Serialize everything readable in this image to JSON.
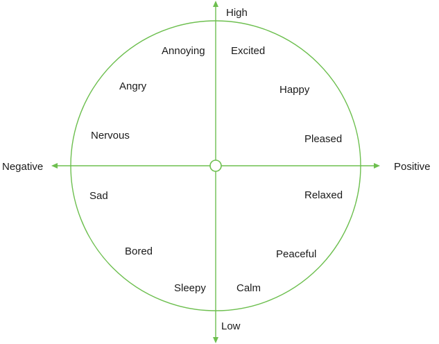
{
  "axes": {
    "top": "High",
    "bottom": "Low",
    "left": "Negative",
    "right": "Positive"
  },
  "emotions": {
    "annoying": "Annoying",
    "excited": "Excited",
    "angry": "Angry",
    "happy": "Happy",
    "nervous": "Nervous",
    "pleased": "Pleased",
    "sad": "Sad",
    "relaxed": "Relaxed",
    "bored": "Bored",
    "peaceful": "Peaceful",
    "sleepy": "Sleepy",
    "calm": "Calm"
  },
  "colors": {
    "line": "#6dbf4f",
    "text": "#1a1a1a",
    "background": "#ffffff"
  }
}
